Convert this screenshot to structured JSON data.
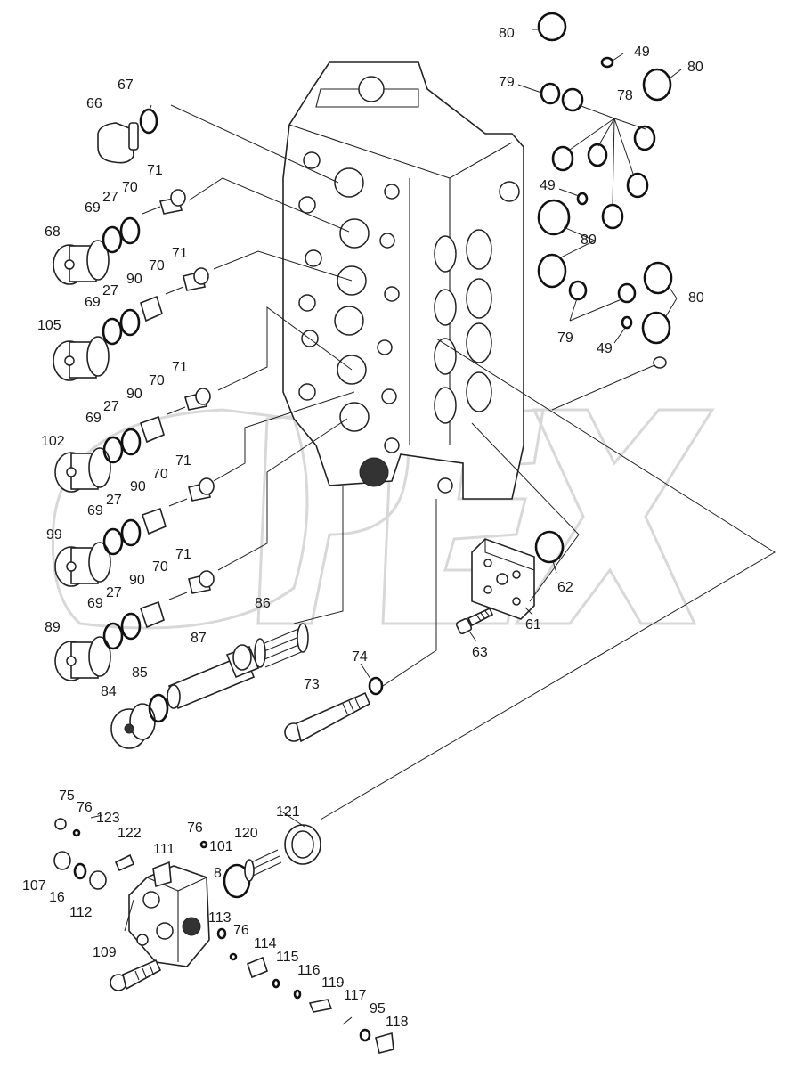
{
  "diagram": {
    "callouts": [
      {
        "id": "c80a",
        "text": "80"
      },
      {
        "id": "c49a",
        "text": "49"
      },
      {
        "id": "c80b",
        "text": "80"
      },
      {
        "id": "c79a",
        "text": "79"
      },
      {
        "id": "c78",
        "text": "78"
      },
      {
        "id": "c49b",
        "text": "49"
      },
      {
        "id": "c80c",
        "text": "80"
      },
      {
        "id": "c80d",
        "text": "80"
      },
      {
        "id": "c79b",
        "text": "79"
      },
      {
        "id": "c49c",
        "text": "49"
      },
      {
        "id": "c67",
        "text": "67"
      },
      {
        "id": "c66",
        "text": "66"
      },
      {
        "id": "c71a",
        "text": "71"
      },
      {
        "id": "c70a",
        "text": "70"
      },
      {
        "id": "c27a",
        "text": "27"
      },
      {
        "id": "c69a",
        "text": "69"
      },
      {
        "id": "c68",
        "text": "68"
      },
      {
        "id": "c71b",
        "text": "71"
      },
      {
        "id": "c70b",
        "text": "70"
      },
      {
        "id": "c90a",
        "text": "90"
      },
      {
        "id": "c27b",
        "text": "27"
      },
      {
        "id": "c69b",
        "text": "69"
      },
      {
        "id": "c105",
        "text": "105"
      },
      {
        "id": "c71c",
        "text": "71"
      },
      {
        "id": "c70c",
        "text": "70"
      },
      {
        "id": "c90b",
        "text": "90"
      },
      {
        "id": "c27c",
        "text": "27"
      },
      {
        "id": "c69c",
        "text": "69"
      },
      {
        "id": "c102",
        "text": "102"
      },
      {
        "id": "c71d",
        "text": "71"
      },
      {
        "id": "c70d",
        "text": "70"
      },
      {
        "id": "c90c",
        "text": "90"
      },
      {
        "id": "c27d",
        "text": "27"
      },
      {
        "id": "c69d",
        "text": "69"
      },
      {
        "id": "c99",
        "text": "99"
      },
      {
        "id": "c71e",
        "text": "71"
      },
      {
        "id": "c70e",
        "text": "70"
      },
      {
        "id": "c90d",
        "text": "90"
      },
      {
        "id": "c27e",
        "text": "27"
      },
      {
        "id": "c69e",
        "text": "69"
      },
      {
        "id": "c89",
        "text": "89"
      },
      {
        "id": "c86",
        "text": "86"
      },
      {
        "id": "c87",
        "text": "87"
      },
      {
        "id": "c85",
        "text": "85"
      },
      {
        "id": "c84",
        "text": "84"
      },
      {
        "id": "c62",
        "text": "62"
      },
      {
        "id": "c61",
        "text": "61"
      },
      {
        "id": "c63",
        "text": "63"
      },
      {
        "id": "c74",
        "text": "74"
      },
      {
        "id": "c73",
        "text": "73"
      },
      {
        "id": "c75",
        "text": "75"
      },
      {
        "id": "c76a",
        "text": "76"
      },
      {
        "id": "c123",
        "text": "123"
      },
      {
        "id": "c122",
        "text": "122"
      },
      {
        "id": "c111",
        "text": "111"
      },
      {
        "id": "c76b",
        "text": "76"
      },
      {
        "id": "c101",
        "text": "101"
      },
      {
        "id": "c8",
        "text": "8"
      },
      {
        "id": "c120",
        "text": "120"
      },
      {
        "id": "c121",
        "text": "121"
      },
      {
        "id": "c107",
        "text": "107"
      },
      {
        "id": "c16",
        "text": "16"
      },
      {
        "id": "c112",
        "text": "112"
      },
      {
        "id": "c113",
        "text": "113"
      },
      {
        "id": "c76c",
        "text": "76"
      },
      {
        "id": "c114",
        "text": "114"
      },
      {
        "id": "c109",
        "text": "109"
      },
      {
        "id": "c115",
        "text": "115"
      },
      {
        "id": "c116",
        "text": "116"
      },
      {
        "id": "c119",
        "text": "119"
      },
      {
        "id": "c117",
        "text": "117"
      },
      {
        "id": "c95",
        "text": "95"
      },
      {
        "id": "c118",
        "text": "118"
      }
    ]
  }
}
